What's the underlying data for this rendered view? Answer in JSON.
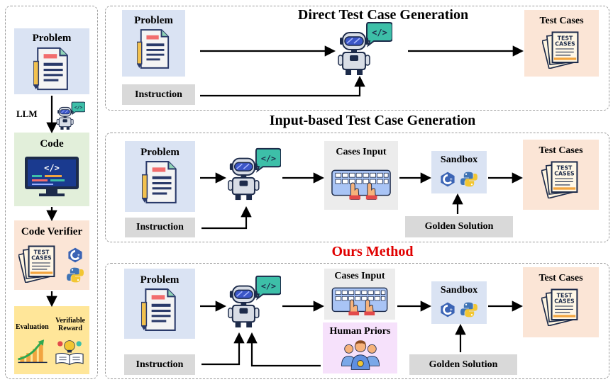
{
  "titles": {
    "direct": "Direct Test Case Generation",
    "input_based": "Input-based Test Case Generation",
    "ours": "Ours Method"
  },
  "labels": {
    "problem": "Problem",
    "instruction": "Instruction",
    "test_cases": "Test Cases",
    "cases_input": "Cases Input",
    "sandbox": "Sandbox",
    "golden_solution": "Golden Solution",
    "human_priors": "Human Priors"
  },
  "left_panel": {
    "problem": "Problem",
    "llm": "LLM",
    "code": "Code",
    "code_verifier": "Code Verifier",
    "evaluation": "Evaluation",
    "verifiable_reward": "Verifiable Reward"
  },
  "icons": {
    "test_cases_text": "TEST CASES",
    "code_tag": "</>"
  },
  "colors": {
    "problem_bg": "#dae3f3",
    "code_bg": "#e2efda",
    "verifier_bg": "#fbe5d6",
    "reward_bg": "#ffe699",
    "test_cases_bg": "#fbe5d6",
    "gray_bg": "#d9d9d9",
    "cases_input_bg": "#ececec",
    "sandbox_bg": "#dae3f3",
    "human_priors_bg": "#f6e1fb",
    "ours_title": "#e00000"
  }
}
